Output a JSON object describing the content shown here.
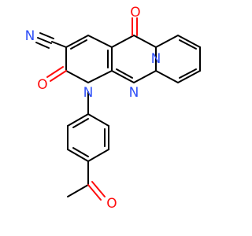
{
  "molecule": {
    "atoms": {
      "nitrile_n": "N",
      "keto_o_top": "O",
      "keto_o_left": "O",
      "bridge_n_top": "N",
      "ring_n_bottom": "N",
      "ring_n_left": "N",
      "acetyl_o": "O"
    },
    "colors": {
      "bond": "#000000",
      "nitrogen": "#3050f8",
      "oxygen": "#ff0d0d",
      "background": "#ffffff"
    }
  }
}
